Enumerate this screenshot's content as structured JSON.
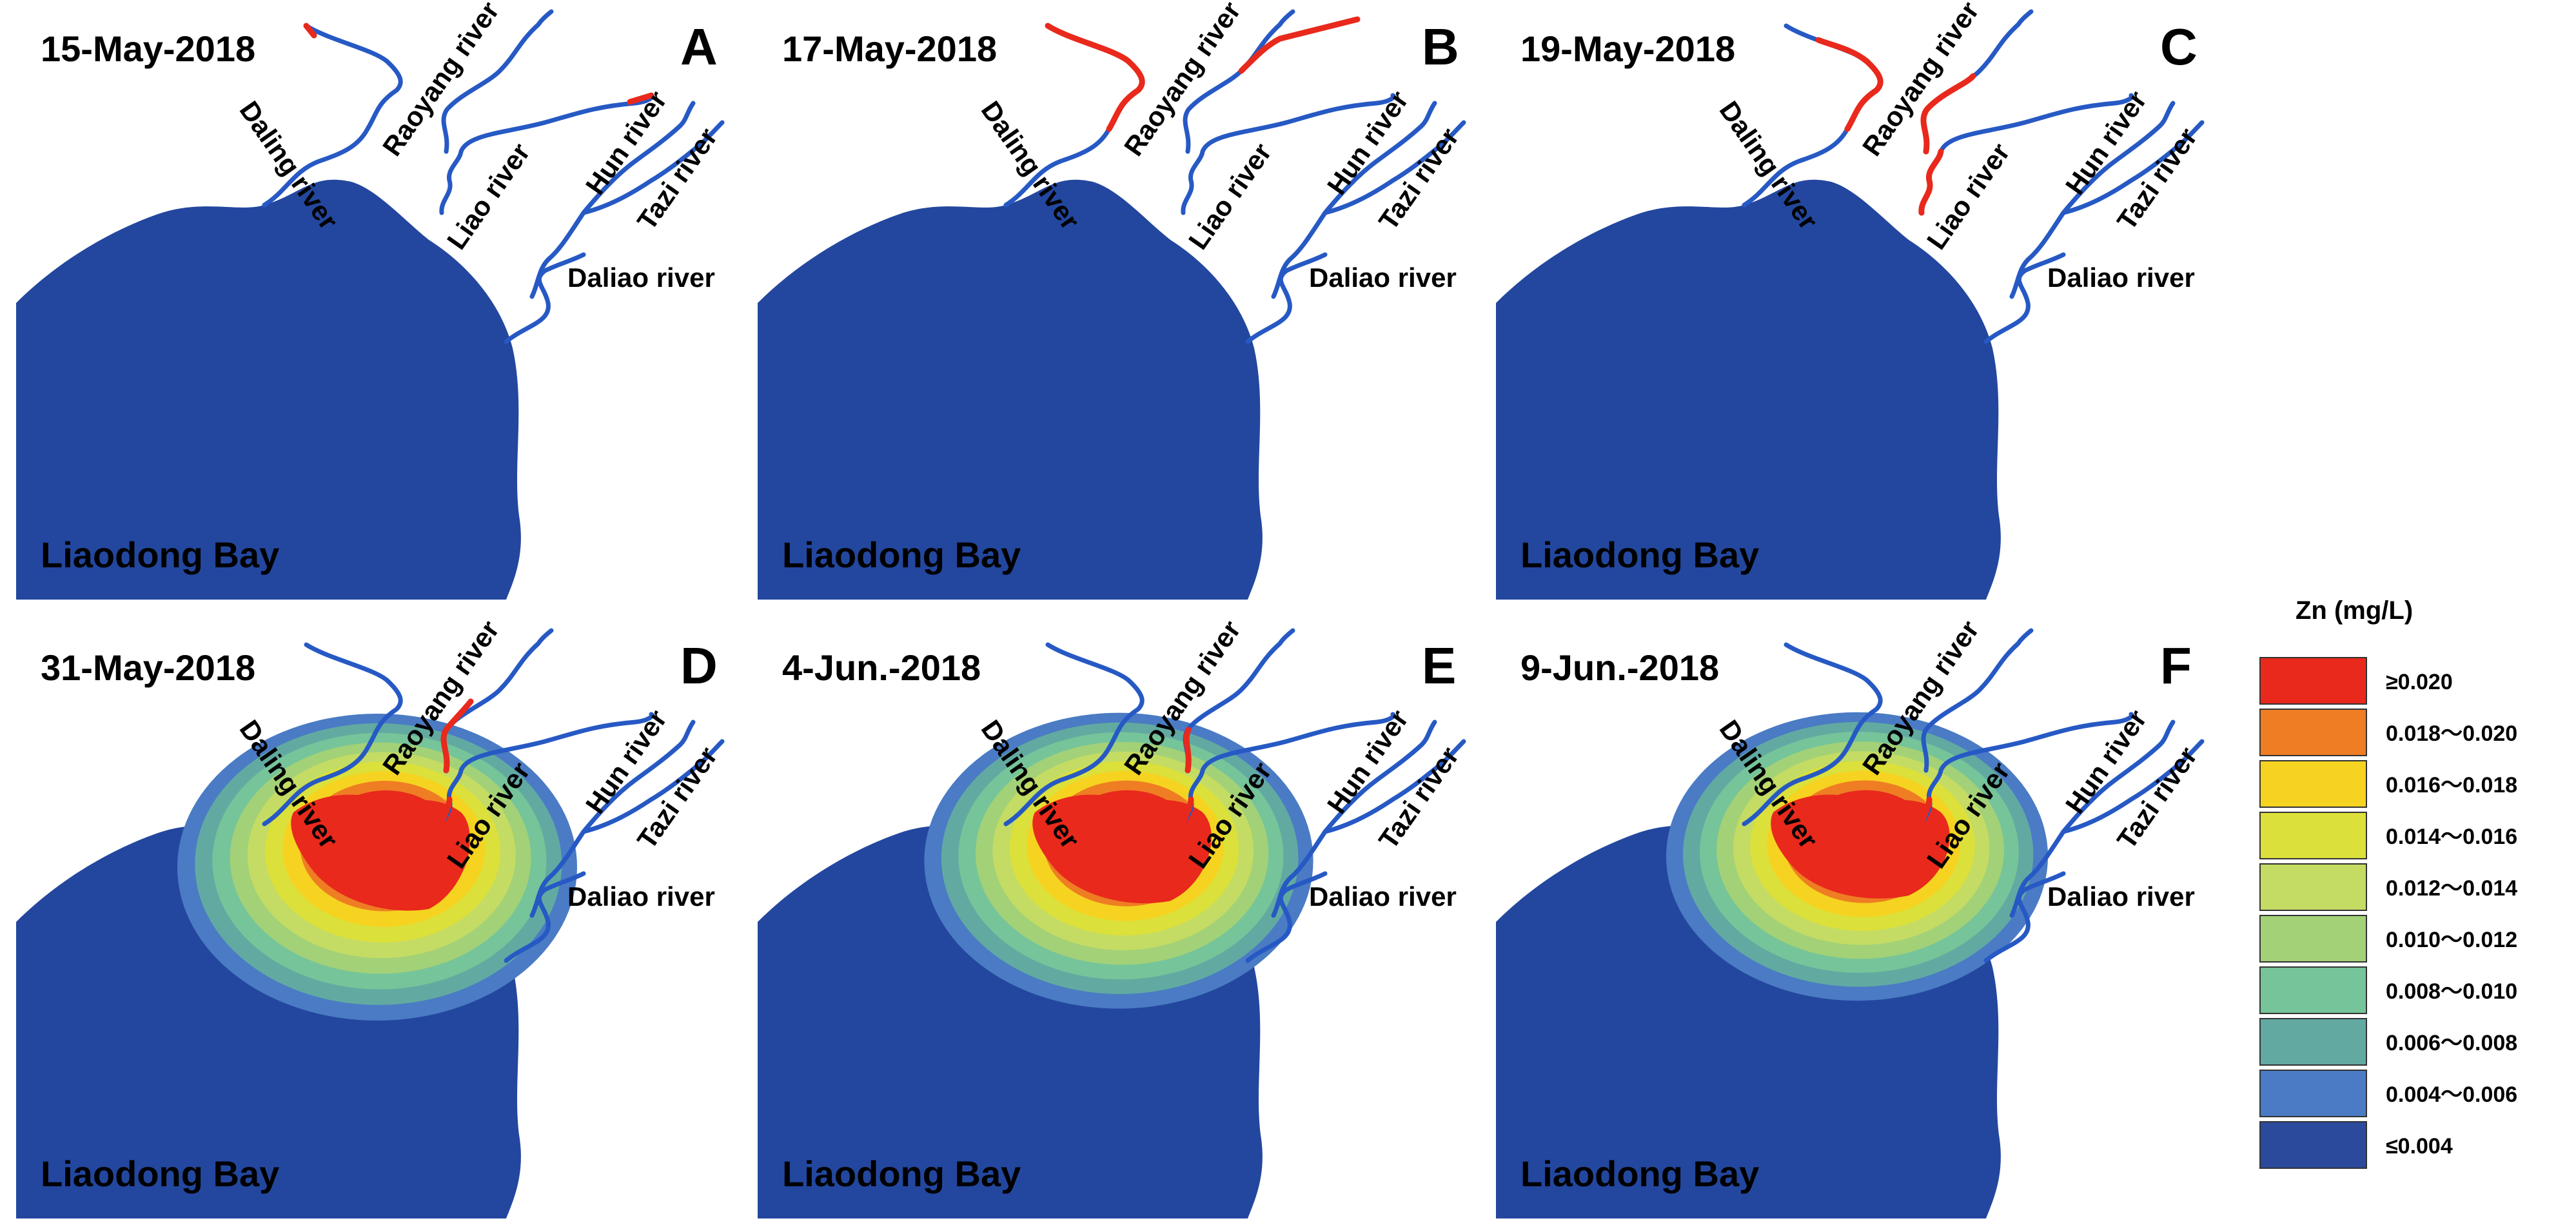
{
  "figure": {
    "panels": [
      {
        "letter": "A",
        "date": "15-May-2018",
        "bay_label": "Liaodong Bay",
        "plume_level": 0,
        "rivers_highlight": [
          "Daling river tip",
          "Hun river tip"
        ]
      },
      {
        "letter": "B",
        "date": "17-May-2018",
        "bay_label": "Liaodong Bay",
        "plume_level": 0,
        "rivers_highlight": [
          "Daling river",
          "Hun river",
          "Raoyang river (partial)"
        ]
      },
      {
        "letter": "C",
        "date": "19-May-2018",
        "bay_label": "Liaodong Bay",
        "plume_level": 0,
        "rivers_highlight": [
          "Daling river",
          "Raoyang river",
          "Liao river"
        ]
      },
      {
        "letter": "D",
        "date": "31-May-2018",
        "bay_label": "Liaodong Bay",
        "plume_level": 1,
        "rivers_highlight": [
          "Raoyang river",
          "Liao river mouth"
        ]
      },
      {
        "letter": "E",
        "date": "4-Jun.-2018",
        "bay_label": "Liaodong Bay",
        "plume_level": 0.82,
        "rivers_highlight": [
          "Raoyang river",
          "Liao river mouth"
        ]
      },
      {
        "letter": "F",
        "date": "9-Jun.-2018",
        "bay_label": "Liaodong Bay",
        "plume_level": 0.7,
        "rivers_highlight": [
          "Liao river mouth"
        ]
      }
    ],
    "river_labels": {
      "daling": "Daling river",
      "raoyang": "Raoyang river",
      "liao": "Liao river",
      "hun": "Hun river",
      "tazi": "Tazi river",
      "daliao": "Daliao river"
    },
    "legend": {
      "title": "Zn (mg/L)",
      "items": [
        {
          "label": "≥0.020",
          "color": "#e8291c"
        },
        {
          "label": "0.018～0.020",
          "color": "#ef7d23"
        },
        {
          "label": "0.016～0.018",
          "color": "#f5d320"
        },
        {
          "label": "0.014～0.016",
          "color": "#dce03a"
        },
        {
          "label": "0.012～0.014",
          "color": "#c4dc64"
        },
        {
          "label": "0.010～0.012",
          "color": "#a3d177"
        },
        {
          "label": "0.008～0.010",
          "color": "#76c49a"
        },
        {
          "label": "0.006～0.008",
          "color": "#62aaa1"
        },
        {
          "label": "0.004～0.006",
          "color": "#4a7bc4"
        },
        {
          "label": "≤0.004",
          "color": "#2b4a9b"
        }
      ]
    },
    "colors": {
      "water": "#23479e",
      "river": "#2659c4",
      "high": "#e8291c"
    }
  }
}
